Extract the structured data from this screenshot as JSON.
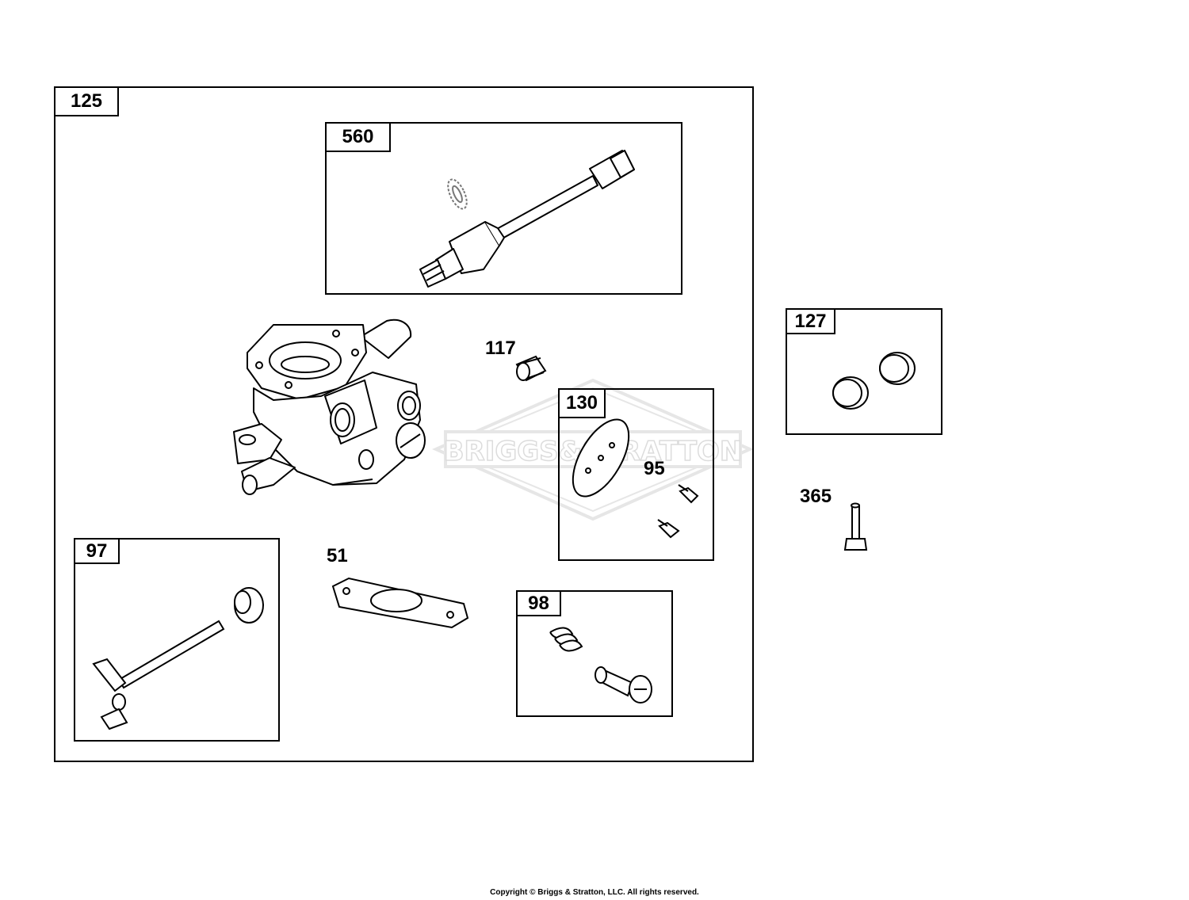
{
  "watermark": {
    "text": "BRIGGS&STRATTON"
  },
  "groups": {
    "g125": "125",
    "g560": "560",
    "g130": "130",
    "g97": "97",
    "g98": "98",
    "g127": "127"
  },
  "callouts": {
    "c117": "117",
    "c95": "95",
    "c51": "51",
    "c365": "365"
  },
  "footer": {
    "copyright": "Copyright © Briggs & Stratton, LLC. All rights reserved."
  }
}
